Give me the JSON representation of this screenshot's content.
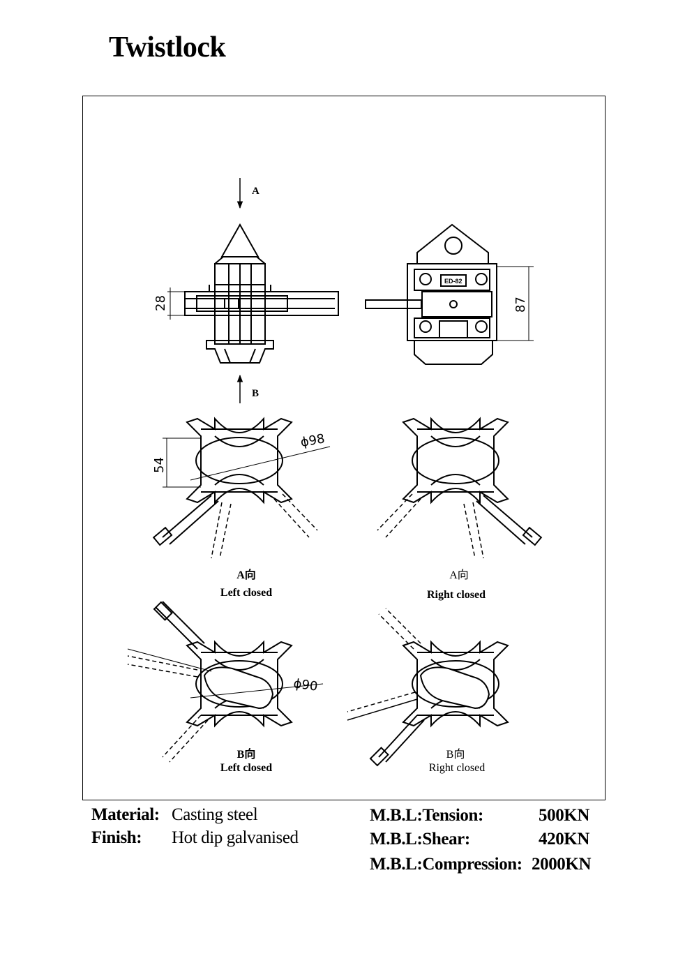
{
  "title": "Twistlock",
  "dims": {
    "d28": "28",
    "d87": "87",
    "d54": "54",
    "d98": "ϕ98",
    "d90": "ϕ90"
  },
  "arrows": {
    "a": "A",
    "b": "B"
  },
  "views": [
    {
      "dir": "A向",
      "caption": "Left closed"
    },
    {
      "dir": "A向",
      "caption": "Right closed"
    },
    {
      "dir": "B向",
      "caption": "Left closed"
    },
    {
      "dir": "B向",
      "caption": "Right closed"
    }
  ],
  "stamp": "ED-82",
  "specs": {
    "material_label": "Material:",
    "material_value": "Casting steel",
    "finish_label": "Finish:",
    "finish_value": "Hot dip galvanised",
    "tension_label": "M.B.L:Tension:",
    "tension_value": "500KN",
    "shear_label": "M.B.L:Shear:",
    "shear_value": "420KN",
    "compression_label": "M.B.L:Compression:",
    "compression_value": "2000KN"
  }
}
